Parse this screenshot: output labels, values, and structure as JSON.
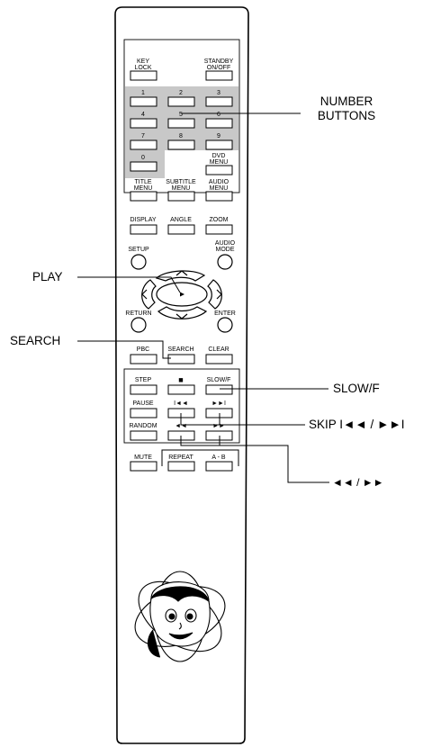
{
  "remote": {
    "buttons": {
      "key_lock": "KEY\nLOCK",
      "standby": "STANDBY\nON/OFF",
      "n1": "1",
      "n2": "2",
      "n3": "3",
      "n4": "4",
      "n5": "5",
      "n6": "6",
      "n7": "7",
      "n8": "8",
      "n9": "9",
      "n0": "0",
      "dvd_menu": "DVD\nMENU",
      "title_menu": "TITLE\nMENU",
      "subtitle_menu": "SUBTITLE\nMENU",
      "audio_menu": "AUDIO\nMENU",
      "display": "DISPLAY",
      "angle": "ANGLE",
      "zoom": "ZOOM",
      "setup": "SETUP",
      "audio_mode": "AUDIO\nMODE",
      "return": "RETURN",
      "enter": "ENTER",
      "pbc": "PBC",
      "search": "SEARCH",
      "clear": "CLEAR",
      "step": "STEP",
      "stop": "■",
      "slow": "SLOW/F",
      "pause": "PAUSE",
      "skip_back": "I◄◄",
      "skip_fwd": "►►I",
      "random": "RANDOM",
      "rew": "◄◄",
      "ffwd": "►►",
      "mute": "MUTE",
      "repeat": "REPEAT",
      "ab": "A - B"
    }
  },
  "callouts": {
    "number_buttons": "NUMBER\nBUTTONS",
    "play": "PLAY",
    "search": "SEARCH",
    "slow": "SLOW/F",
    "skip": "SKIP I◄◄ / ►►I",
    "scan": "◄◄ / ►►"
  },
  "colors": {
    "numpad_shading": "#c8c8c8",
    "outline": "#000000"
  }
}
